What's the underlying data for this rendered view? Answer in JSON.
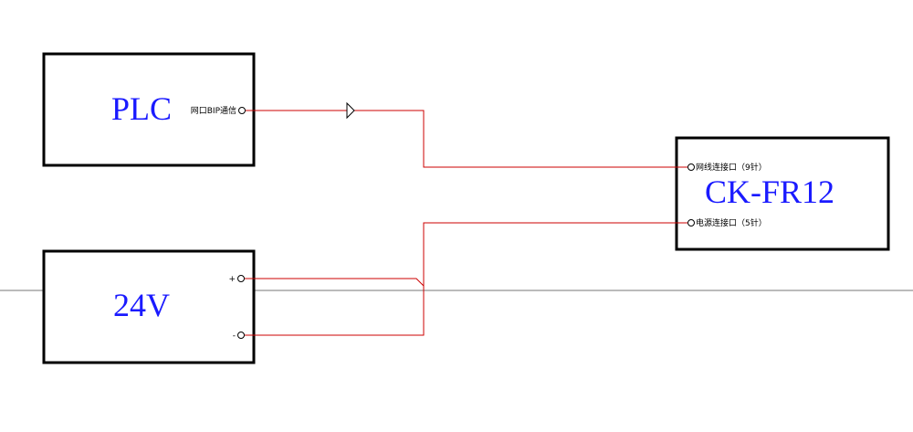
{
  "colors": {
    "block_border": "#000000",
    "block_title": "#1a1aff",
    "wire": "#cc0000",
    "guide_line": "#777777"
  },
  "blocks": {
    "plc": {
      "title": "PLC",
      "port_label": "网口BIP通信"
    },
    "psu": {
      "title": "24V",
      "port_plus": "+",
      "port_minus": "-"
    },
    "ck": {
      "title": "CK-FR12",
      "port_network": "网线连接口（9针）",
      "port_power": "电源连接口（5针）"
    }
  }
}
